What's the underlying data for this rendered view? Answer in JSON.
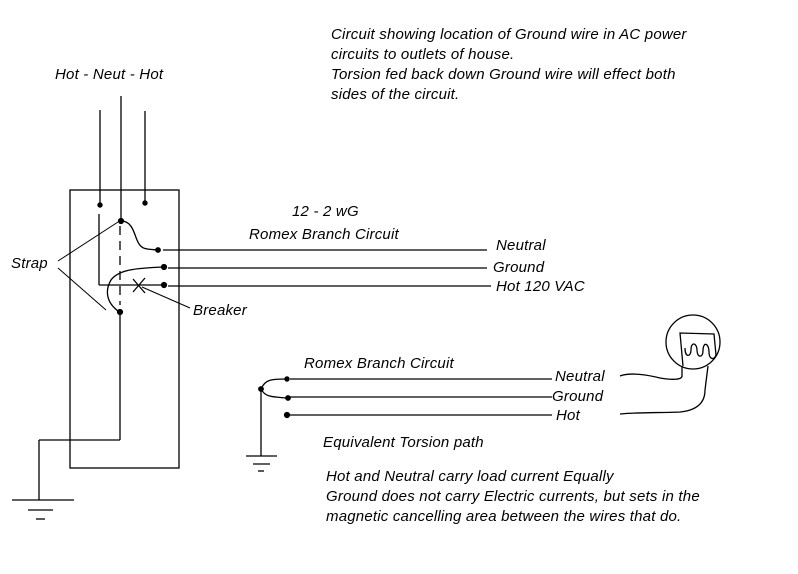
{
  "header_note": {
    "lines": [
      "Circuit showing  location of Ground wire in AC power",
      "circuits to outlets of house.",
      "Torsion fed back down Ground wire will effect both",
      "sides of the circuit."
    ]
  },
  "service_feed": {
    "label": "Hot  - Neut  - Hot"
  },
  "panel": {
    "strap_label": "Strap",
    "breaker_label": "Breaker"
  },
  "branch_circuit_top": {
    "cable_spec": "12 - 2  wG",
    "title": "Romex Branch Circuit",
    "wires": [
      "Neutral",
      "Ground",
      "Hot  120 VAC"
    ]
  },
  "branch_circuit_bottom": {
    "title": "Romex Branch Circuit",
    "wires": [
      "Neutral",
      "Ground",
      "Hot"
    ],
    "caption": "Equivalent Torsion path",
    "load": "light-bulb-icon"
  },
  "footer_note": {
    "lines": [
      "Hot and Neutral carry load current Equally",
      "Ground does not carry Electric currents, but sets in the",
      "magnetic cancelling area between the wires that do."
    ]
  },
  "colors": {
    "ink": "#000000",
    "background": "#ffffff"
  }
}
